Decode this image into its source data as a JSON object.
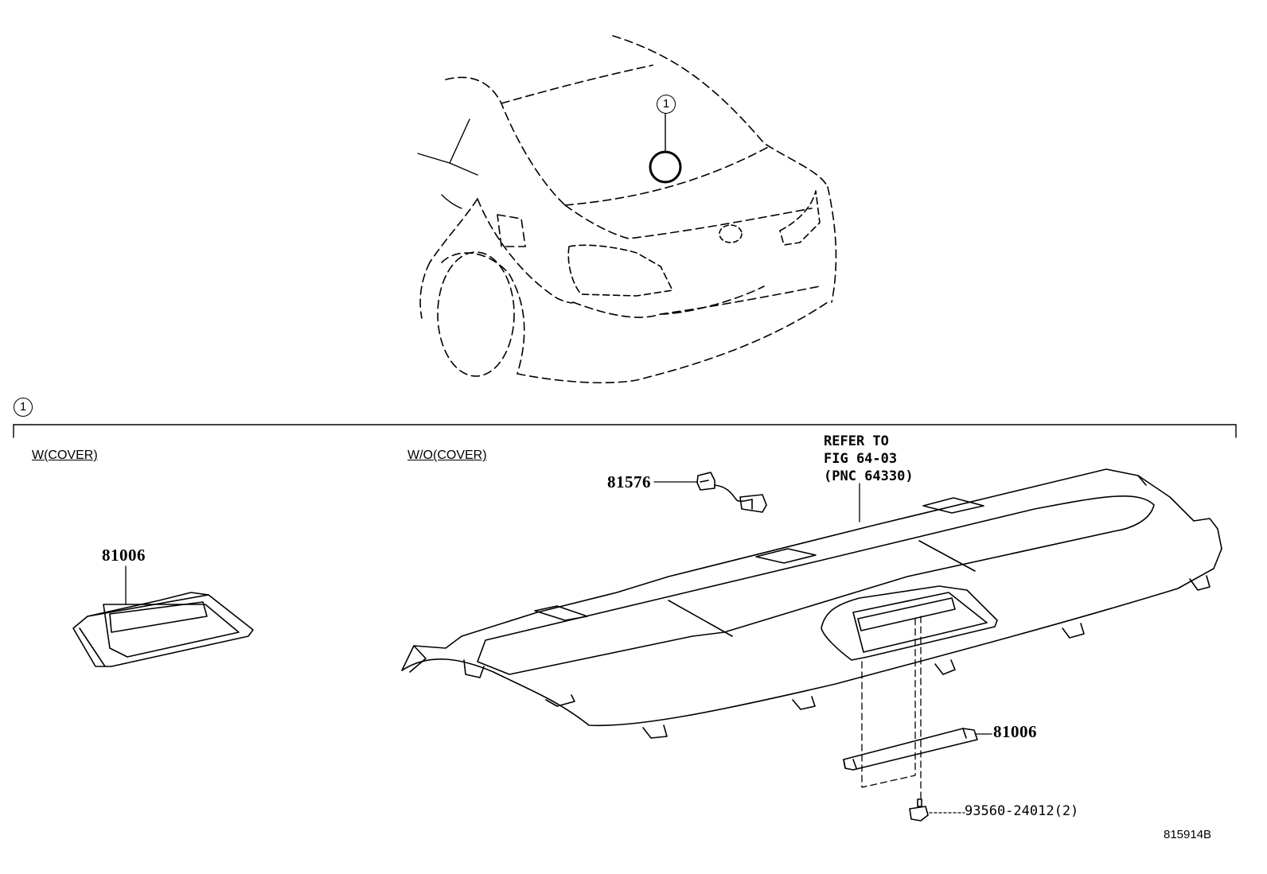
{
  "callouts": {
    "car_ref": "1",
    "section_ref": "1"
  },
  "variants": {
    "with_cover": "W(COVER)",
    "without_cover": "W/O(COVER)"
  },
  "parts": {
    "lamp_with_cover": "81006",
    "wire": "81576",
    "lamp_without_cover": "81006",
    "screw": "93560-24012(2)"
  },
  "refer": {
    "line1": "REFER TO",
    "line2": "FIG 64-03",
    "line3": "(PNC 64330)"
  },
  "diagram_id": "815914B"
}
